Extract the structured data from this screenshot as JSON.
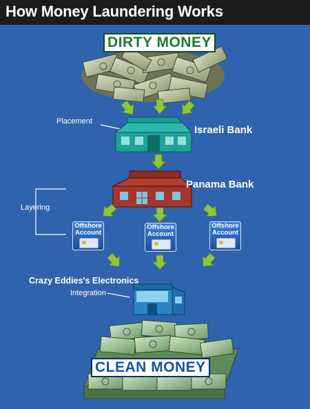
{
  "header": {
    "title": "How Money Laundering Works"
  },
  "stamps": {
    "dirty": "DIRTY MONEY",
    "clean": "CLEAN MONEY"
  },
  "stages": {
    "placement": "Placement",
    "layering": "Layering",
    "integration": "Integration"
  },
  "banks": {
    "israeli": "Israeli Bank",
    "panama": "Panama Bank",
    "electronics": "Crazy Eddies's Electronics"
  },
  "accounts": [
    {
      "label_line1": "Offshore",
      "label_line2": "Account"
    },
    {
      "label_line1": "Offshore",
      "label_line2": "Account"
    },
    {
      "label_line1": "Offshore",
      "label_line2": "Account"
    }
  ],
  "colors": {
    "background": "#2f63ad",
    "header": "#1c1c1c",
    "arrow": "#8dc63f",
    "israeli_bank": "#1fa39a",
    "panama_bank": "#a5362b",
    "electronics_store": "#2a86c7"
  }
}
